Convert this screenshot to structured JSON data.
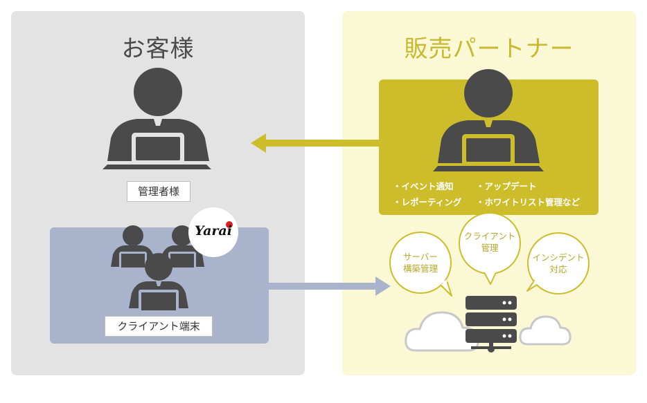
{
  "customer": {
    "title": "お客様",
    "admin_label": "管理者様",
    "client_label": "クライアント端末",
    "logo_text": "Yarai"
  },
  "partner": {
    "title": "販売パートナー",
    "features": [
      "・イベント通知",
      "・アップデート",
      "・レポーティング",
      "・ホワイトリスト管理など"
    ],
    "bubbles": [
      {
        "lines": [
          "サーバー",
          "構築管理"
        ]
      },
      {
        "lines": [
          "クライアント",
          "管理"
        ]
      },
      {
        "lines": [
          "インシデント",
          "対応"
        ]
      }
    ]
  },
  "colors": {
    "customer_bg": "#e3e3e3",
    "partner_bg": "#fbf8d6",
    "accent_yellow": "#cdbd2a",
    "client_blue": "#aab3cc",
    "figure": "#4a4a4a"
  }
}
